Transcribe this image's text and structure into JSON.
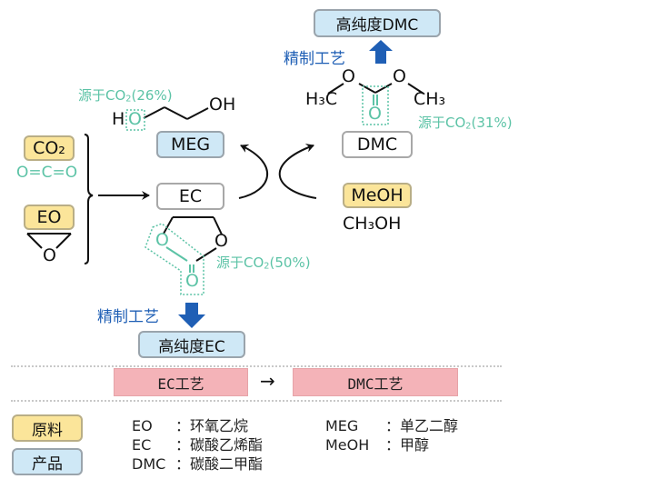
{
  "top_product": {
    "label": "高纯度DMC"
  },
  "top_refine": {
    "label": "精制工艺"
  },
  "bottom_product": {
    "label": "高纯度EC"
  },
  "bottom_refine": {
    "label": "精制工艺"
  },
  "dmc_structure": {
    "left_group": "H₃C",
    "right_group": "CH₃",
    "o_left": "O",
    "o_right": "O",
    "o_carbonyl": "O",
    "co2_source": {
      "prefix": "源于CO",
      "sub": "2",
      "suffix": "(31%)"
    }
  },
  "meg_structure": {
    "left_h": "H",
    "left_o": "O",
    "right_oh": "OH",
    "co2_source": {
      "prefix": "源于CO",
      "sub": "2",
      "suffix": "(26%)"
    }
  },
  "ec_structure": {
    "o_left": "O",
    "o_right": "O",
    "o_carbonyl": "O",
    "co2_source": {
      "prefix": "源于CO",
      "sub": "2",
      "suffix": "(50%)"
    }
  },
  "raw_materials": {
    "co2": {
      "label": "CO₂",
      "formula": "O=C=O"
    },
    "eo": {
      "label": "EO",
      "epoxide_o": "O"
    },
    "meoh": {
      "label": "MeOH",
      "formula": "CH₃OH"
    }
  },
  "intermediates": {
    "ec": {
      "label": "EC"
    },
    "meg": {
      "label": "MEG"
    },
    "dmc": {
      "label": "DMC"
    }
  },
  "process_flow": {
    "steps": [
      {
        "label": "EC工艺"
      },
      {
        "label": "DMC工艺"
      }
    ],
    "arrow": "→"
  },
  "legend": {
    "keys": [
      {
        "label": "原料",
        "type": "raw"
      },
      {
        "label": "产品",
        "type": "product"
      }
    ],
    "abbreviations_left": [
      {
        "abbr": "EO",
        "sep": "：",
        "name": "环氧乙烷"
      },
      {
        "abbr": "EC",
        "sep": "：",
        "name": "碳酸乙烯酯"
      },
      {
        "abbr": "DMC",
        "sep": "：",
        "name": "碳酸二甲酯"
      }
    ],
    "abbreviations_right": [
      {
        "abbr": "MEG",
        "sep": "：",
        "name": "单乙二醇"
      },
      {
        "abbr": "MeOH",
        "sep": "：",
        "name": "甲醇"
      }
    ]
  },
  "colors": {
    "product_fill": "#cfe8f6",
    "raw_fill": "#fbe59a",
    "process_fill": "#f4b3b8",
    "co2_highlight": "#5cc3a6",
    "refine_arrow": "#1f5fb5"
  }
}
